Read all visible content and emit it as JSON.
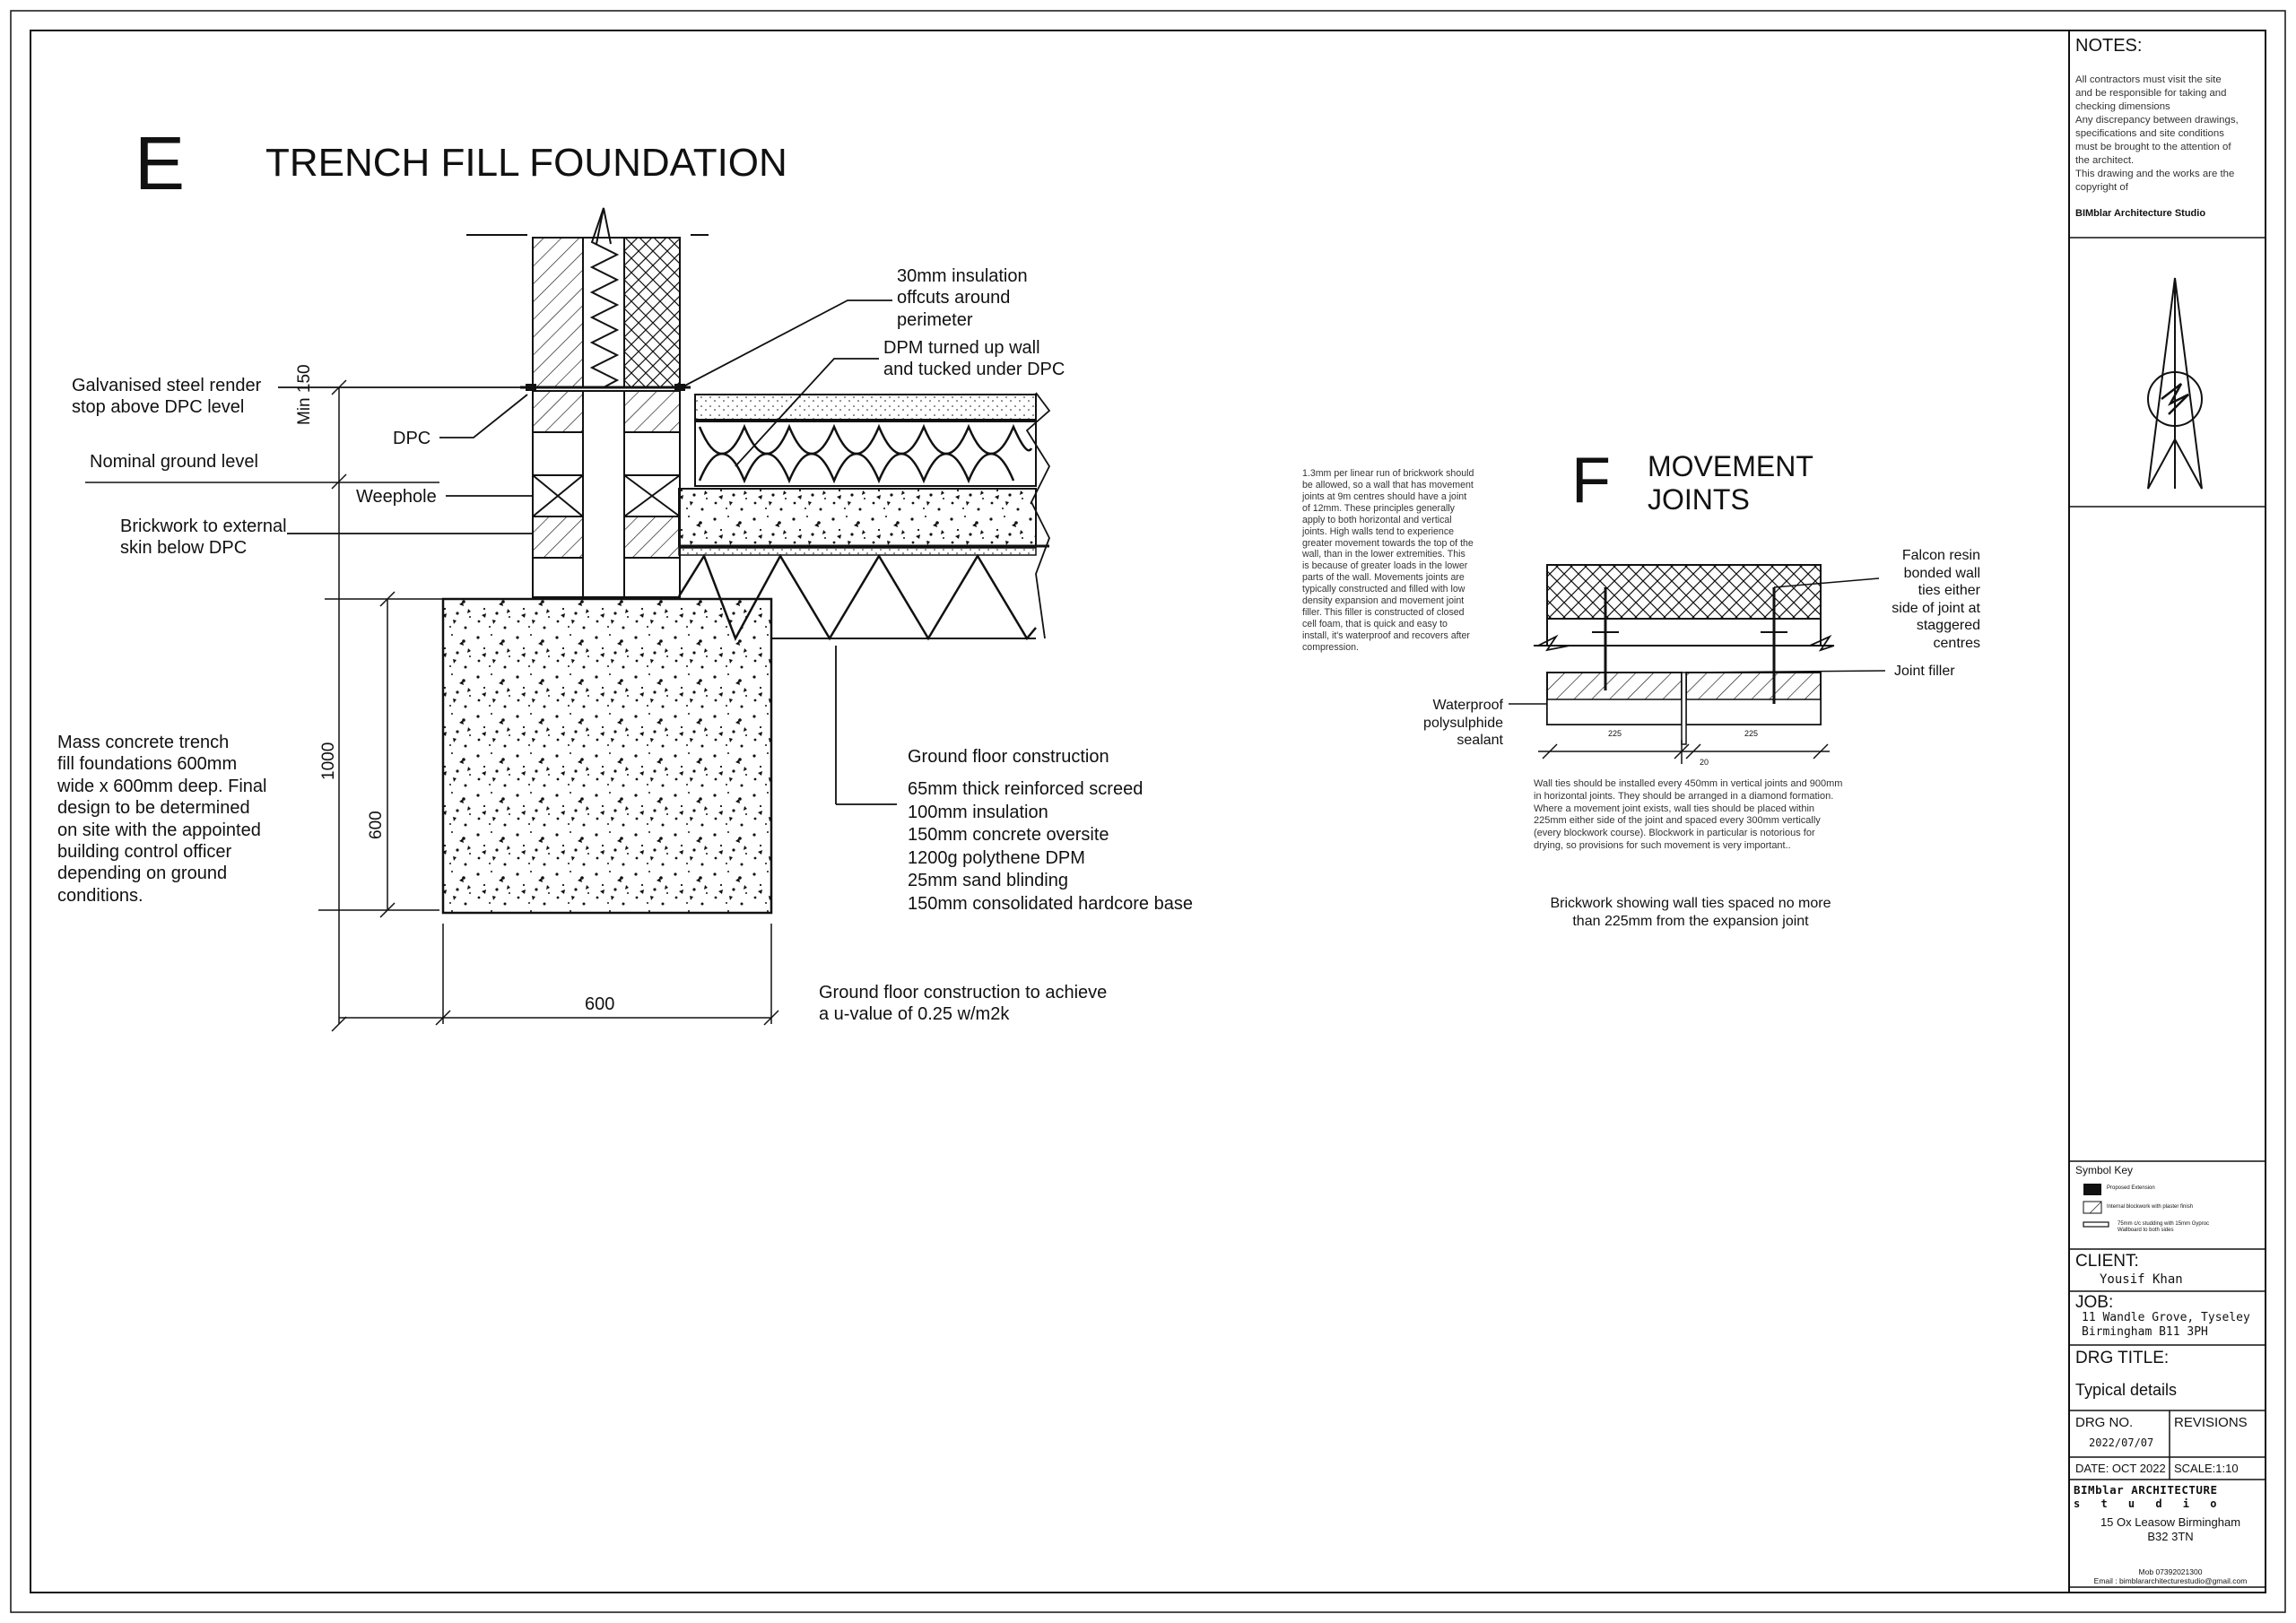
{
  "detail_e": {
    "letter": "E",
    "title": "TRENCH FILL FOUNDATION",
    "labels": {
      "render_stop": "Galvanised steel render\nstop above DPC level",
      "ground_level": "Nominal ground level",
      "dpc": "DPC",
      "weephole": "Weephole",
      "brickwork_external": "Brickwork to external\nskin below DPC",
      "insulation_offcuts": "30mm insulation\noffcuts around\nperimeter",
      "dpm_turned": "DPM turned up wall\nand tucked under DPC",
      "mass_concrete": "Mass concrete trench\nfill foundations 600mm\nwide x 600mm deep. Final\ndesign to be determined\non site with the appointed\nbuilding control officer\ndepending on ground\nconditions.",
      "floor_heading": "Ground floor construction",
      "floor_layers": [
        "65mm thick reinforced screed",
        "100mm insulation",
        "150mm concrete oversite",
        "1200g polythene DPM",
        "25mm sand blinding",
        "150mm consolidated hardcore base"
      ],
      "u_value": "Ground floor construction to achieve\na u-value of 0.25 w/m2k"
    },
    "dimensions": {
      "min150": "Min 150",
      "d1000": "1000",
      "d600_v": "600",
      "d600_h": "600"
    }
  },
  "detail_f": {
    "letter": "F",
    "title": "MOVEMENT\nJOINTS",
    "intro": "1.3mm per linear run of brickwork should\nbe allowed, so a wall that has movement\njoints at 9m centres should have a joint\nof 12mm. These principles generally\napply to both horizontal and vertical\njoints. High walls tend to experience\ngreater movement towards the top of the\nwall, than in the lower extremities. This\nis because of greater loads in the lower\nparts of the wall. Movements joints are\ntypically constructed and filled with low\ndensity expansion and movement joint\nfiller. This filler is constructed of closed\ncell foam, that is quick and easy to\ninstall, it's waterproof and recovers after\ncompression.",
    "labels": {
      "falcon": "Falcon resin\nbonded wall\nties either\nside of joint at\nstaggered\ncentres",
      "joint_filler": "Joint filler",
      "sealant": "Waterproof\npolysulphide\nsealant"
    },
    "dims": {
      "left": "225",
      "right": "225",
      "gap": "20"
    },
    "ties_text": "Wall ties should be installed every 450mm in vertical joints and 900mm\nin horizontal joints. They should be arranged in a diamond formation.\nWhere a movement joint exists, wall ties should be placed within\n225mm either side of the joint and spaced every 300mm vertically\n(every blockwork course). Blockwork in particular is notorious for\ndrying, so provisions for such movement is very important..",
    "caption": "Brickwork showing wall ties spaced no more\nthan 225mm from the expansion joint"
  },
  "title_block": {
    "notes_heading": "NOTES:",
    "notes_body": "All contractors must visit the site\nand be responsible for taking and\nchecking dimensions\nAny discrepancy between drawings,\nspecifications and site conditions\nmust be brought to the attention of\nthe architect.\nThis drawing and the works are the\ncopyright of",
    "notes_company": "BIMblar Architecture Studio",
    "symbol_key_heading": "Symbol Key",
    "symbol_key": [
      "Proposed Extension",
      "Internal blockwork with plaster finish",
      "75mm c/c studding with 15mm Gyproc\nWallboard to both sides"
    ],
    "client_label": "CLIENT:",
    "client_value": "Yousif Khan",
    "job_label": "JOB:",
    "job_value": "11 Wandle Grove, Tyseley\nBirmingham B11 3PH",
    "drg_title_label": "DRG TITLE:",
    "drg_title_value": "Typical details",
    "drg_no_label": "DRG NO.",
    "revisions_label": "REVISIONS",
    "drg_no_value": "2022/07/07",
    "date": "DATE: OCT 2022",
    "scale": "SCALE:1:10",
    "company_name": "BIMblar ARCHITECTURE",
    "company_sub": "s t u d i o",
    "company_address": "15 Ox Leasow Birmingham\nB32 3TN",
    "mobile": "Mob 07392021300",
    "email": "Email : bimblararchitecturestudio@gmail.com"
  }
}
